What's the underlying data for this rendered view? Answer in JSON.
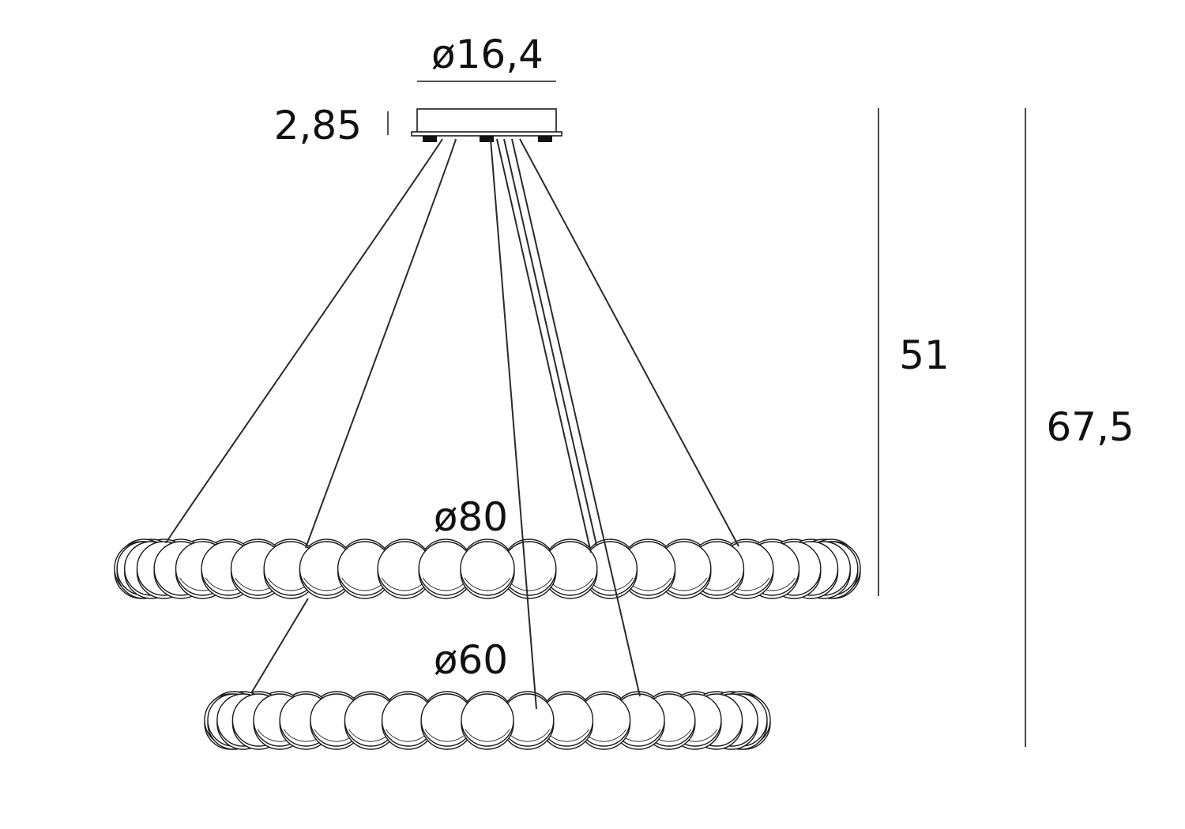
{
  "dimensions": {
    "canopy_diameter": "ø16,4",
    "canopy_height": "2,85",
    "upper_ring_diameter": "ø80",
    "lower_ring_diameter": "ø60",
    "upper_height": "51",
    "total_height": "67,5"
  },
  "colors": {
    "line": "#1a1a1a",
    "background": "#ffffff"
  }
}
